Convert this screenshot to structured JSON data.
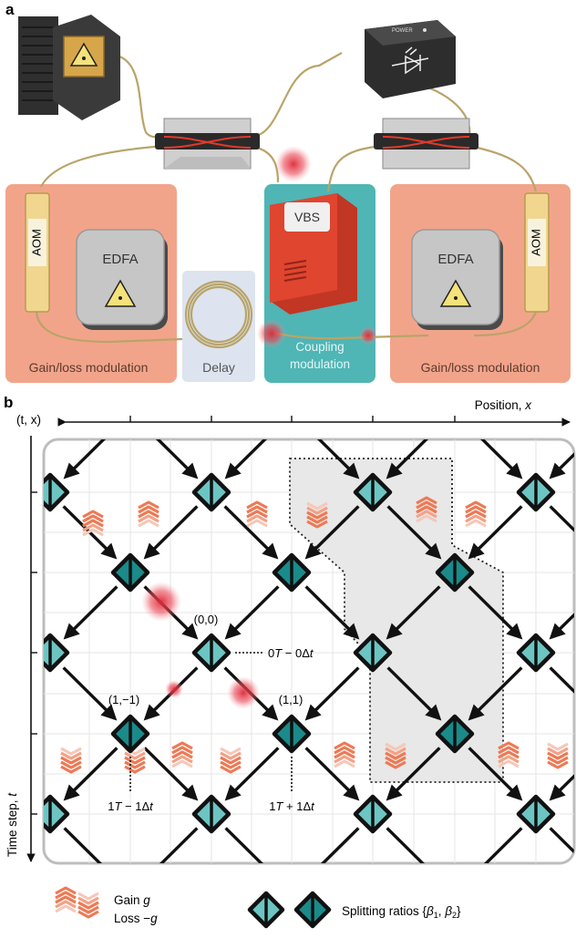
{
  "panel_a": {
    "label": "a",
    "photodetector": {
      "power_label": "POWER"
    },
    "modules": {
      "left_aom": "AOM",
      "left_edfa": "EDFA",
      "delay": "Delay",
      "vbs": "VBS",
      "right_edfa": "EDFA",
      "right_aom": "AOM"
    },
    "region_labels": {
      "left": "Gain/loss modulation",
      "center": "Coupling modulation",
      "right": "Gain/loss modulation"
    },
    "colors": {
      "gain_region": "#f2a48a",
      "coupling_region": "#4fb5b5",
      "delay_region": "#dde4ef",
      "vbs_body": "#e0452f",
      "aom_body": "#f1d690",
      "fiber": "#b9a469"
    }
  },
  "panel_b": {
    "label": "b",
    "coord_label": "(t, x)",
    "position_axis": {
      "text": "Position,",
      "var": "x"
    },
    "time_axis": {
      "text": "Time step,",
      "var": "t"
    },
    "node_labels": {
      "origin": "(0,0)",
      "left": "(1,−1)",
      "right": "(1,1)"
    },
    "time_labels": {
      "origin": {
        "n": "0",
        "T": "T",
        "rest": " − 0Δ",
        "t": "t"
      },
      "left": {
        "n": "1",
        "T": "T",
        "rest": " − 1Δ",
        "t": "t"
      },
      "right": {
        "n": "1",
        "T": "T",
        "rest": " + 1Δ",
        "t": "t"
      }
    },
    "legend": {
      "gain_text": "Gain",
      "gain_var": "g",
      "loss_text": "Loss −",
      "loss_var": "g",
      "splitting_text": "Splitting ratios {",
      "beta1": "β",
      "sub1": "1",
      "comma": ", ",
      "beta2": "β",
      "sub2": "2",
      "close": "}"
    },
    "colors": {
      "node_light": "#6cc5c3",
      "node_dark": "#1a8a8a",
      "gain_chevron": "#f08562",
      "loss_chevron": "#f4b3a0",
      "highlight": "#e8e8e8",
      "pulse": "#e23a48"
    }
  }
}
